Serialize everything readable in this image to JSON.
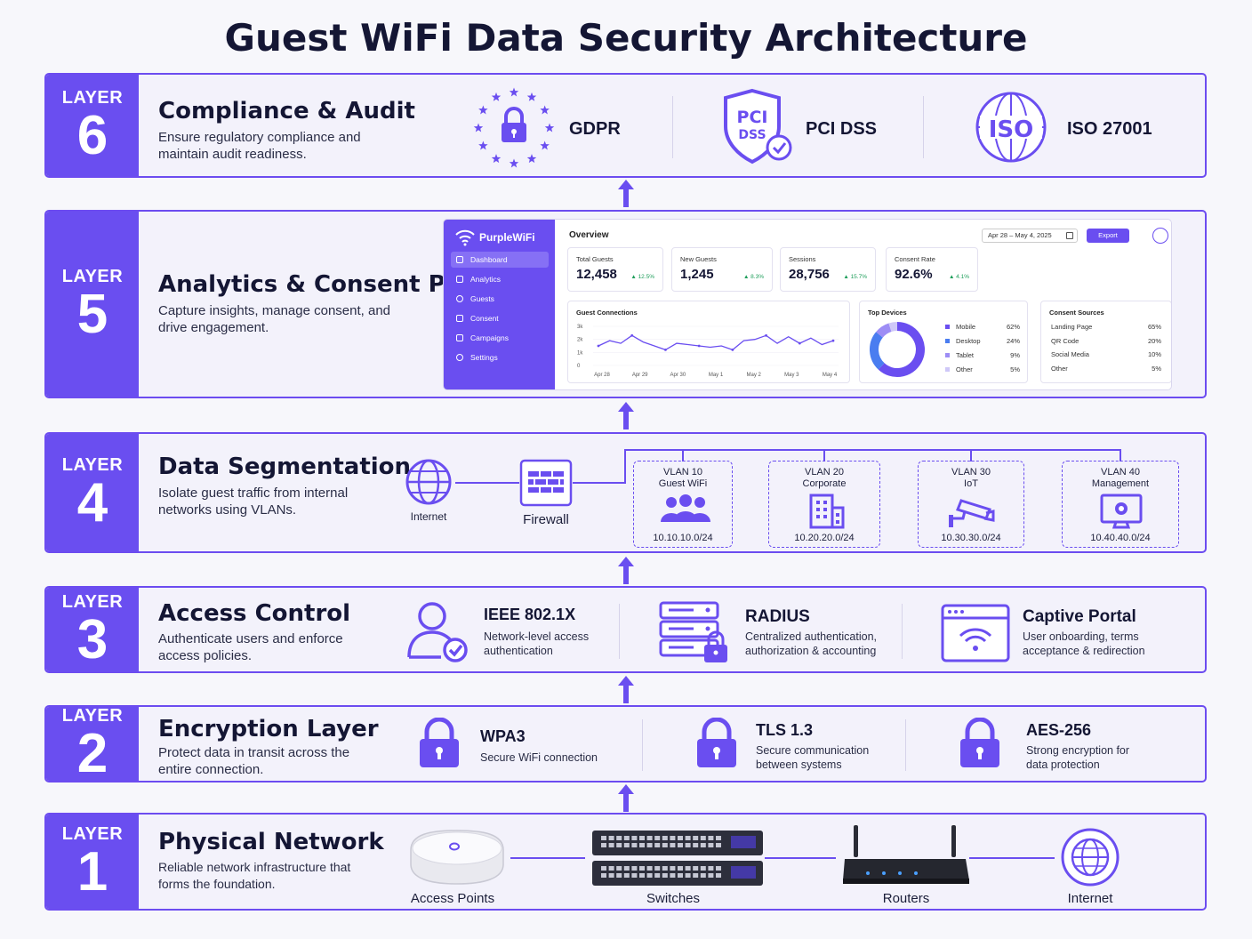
{
  "title": "Guest WiFi Data Security Architecture",
  "layer_word": "LAYER",
  "colors": {
    "accent": "#6a4ef0",
    "border": "#6c4cf0",
    "background": "#f7f7fb"
  },
  "layers": [
    {
      "number": "6",
      "title": "Compliance & Audit",
      "desc": "Ensure regulatory compliance and maintain audit readiness.",
      "items": [
        {
          "icon": "eu-stars-lock-icon",
          "label": "GDPR"
        },
        {
          "icon": "pci-dss-shield-icon",
          "label": "PCI DSS"
        },
        {
          "icon": "iso-globe-icon",
          "label": "ISO 27001"
        }
      ]
    },
    {
      "number": "5",
      "title": "Analytics & Consent Platform",
      "desc": "Capture insights, manage consent, and drive engagement.",
      "dashboard": {
        "brand": "PurpleWiFi",
        "nav": [
          "Dashboard",
          "Analytics",
          "Guests",
          "Consent",
          "Campaigns",
          "Settings"
        ],
        "heading": "Overview",
        "date_range": "Apr 28 – May 4, 2025",
        "export": "Export",
        "kpis": [
          {
            "label": "Total Guests",
            "value": "12,458",
            "delta": "▲ 12.5%"
          },
          {
            "label": "New Guests",
            "value": "1,245",
            "delta": "▲ 8.3%"
          },
          {
            "label": "Sessions",
            "value": "28,756",
            "delta": "▲ 15.7%"
          },
          {
            "label": "Consent Rate",
            "value": "92.6%",
            "delta": "▲ 4.1%"
          }
        ],
        "guest_connections": {
          "title": "Guest Connections",
          "y_ticks": [
            "3k",
            "2k",
            "1k",
            "0"
          ],
          "x_ticks": [
            "Apr 28",
            "Apr 29",
            "Apr 30",
            "May 1",
            "May 2",
            "May 3",
            "May 4"
          ],
          "values": [
            1500,
            1900,
            1700,
            2300,
            1800,
            1500,
            1200,
            1700,
            1600,
            1500,
            1400,
            1500,
            1200,
            1900,
            2000,
            2300,
            1700,
            2200,
            1700,
            2100,
            1600,
            1900
          ]
        },
        "top_devices": {
          "title": "Top Devices",
          "items": [
            {
              "name": "Mobile",
              "pct": "62%",
              "value": 62,
              "color": "#6a4ef0"
            },
            {
              "name": "Desktop",
              "pct": "24%",
              "value": 24,
              "color": "#4a7df0"
            },
            {
              "name": "Tablet",
              "pct": "9%",
              "value": 9,
              "color": "#9d8df5"
            },
            {
              "name": "Other",
              "pct": "5%",
              "value": 5,
              "color": "#cfc8f8"
            }
          ]
        },
        "consent_sources": {
          "title": "Consent Sources",
          "items": [
            {
              "name": "Landing Page",
              "pct": "65%"
            },
            {
              "name": "QR Code",
              "pct": "20%"
            },
            {
              "name": "Social Media",
              "pct": "10%"
            },
            {
              "name": "Other",
              "pct": "5%"
            }
          ]
        }
      }
    },
    {
      "number": "4",
      "title": "Data Segmentation",
      "desc": "Isolate guest traffic from internal networks using VLANs.",
      "internet": "Internet",
      "firewall": "Firewall",
      "vlans": [
        {
          "name": "VLAN 10",
          "role": "Guest WiFi",
          "subnet": "10.10.10.0/24",
          "icon": "users-icon"
        },
        {
          "name": "VLAN 20",
          "role": "Corporate",
          "subnet": "10.20.20.0/24",
          "icon": "building-icon"
        },
        {
          "name": "VLAN 30",
          "role": "IoT",
          "subnet": "10.30.30.0/24",
          "icon": "camera-icon"
        },
        {
          "name": "VLAN 40",
          "role": "Management",
          "subnet": "10.40.40.0/24",
          "icon": "monitor-gear-icon"
        }
      ]
    },
    {
      "number": "3",
      "title": "Access Control",
      "desc": "Authenticate users and enforce access policies.",
      "items": [
        {
          "label": "IEEE 802.1X",
          "sub": "Network-level access authentication"
        },
        {
          "label": "RADIUS",
          "sub": "Centralized authentication, authorization & accounting"
        },
        {
          "label": "Captive Portal",
          "sub": "User onboarding, terms acceptance & redirection"
        }
      ]
    },
    {
      "number": "2",
      "title": "Encryption Layer",
      "desc": "Protect data in transit across the entire connection.",
      "items": [
        {
          "label": "WPA3",
          "sub": "Secure WiFi connection"
        },
        {
          "label": "TLS 1.3",
          "sub": "Secure communication between systems"
        },
        {
          "label": "AES-256",
          "sub": "Strong encryption for data protection"
        }
      ]
    },
    {
      "number": "1",
      "title": "Physical Network",
      "desc": "Reliable network infrastructure that forms the foundation.",
      "items": [
        "Access Points",
        "Switches",
        "Routers",
        "Internet"
      ]
    }
  ]
}
